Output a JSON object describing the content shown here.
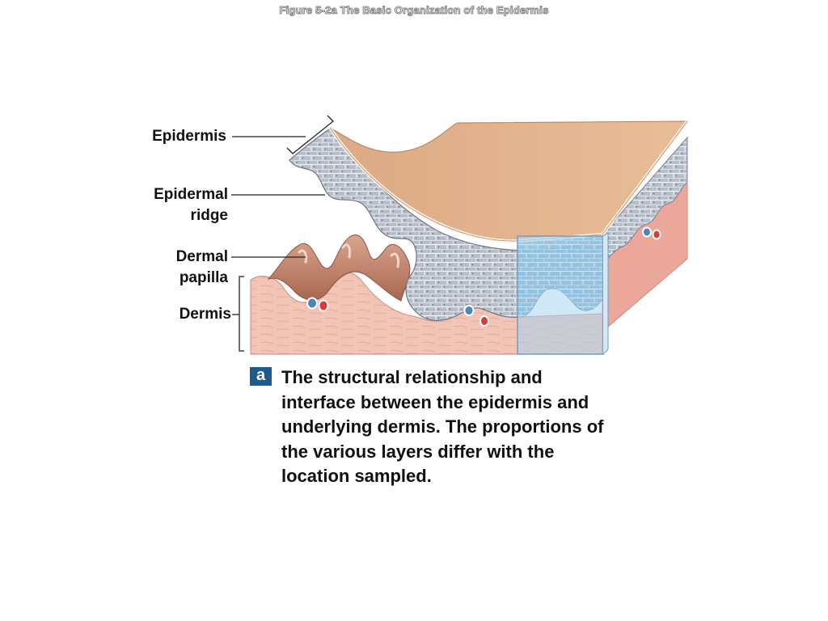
{
  "figure_title": "Figure 5-2a The Basic Organization of the Epidermis",
  "labels": {
    "epidermis": "Epidermis",
    "epidermal_ridge": [
      "Epidermal",
      "ridge"
    ],
    "dermal_papilla": [
      "Dermal",
      "papilla"
    ],
    "dermis": "Dermis"
  },
  "panel_letter": "a",
  "caption": "The structural relationship and interface between the epidermis and underlying dermis. The proportions of the various layers differ with the location sampled.",
  "colors": {
    "surface_tan": "#e5b58e",
    "dermis_pink": "#efb8ab",
    "epidermis_gray": "#b9bfca",
    "papilla_brown": "#c88a72",
    "highlight_blue": "#8fc3e6",
    "badge_blue": "#1f5a8c"
  }
}
